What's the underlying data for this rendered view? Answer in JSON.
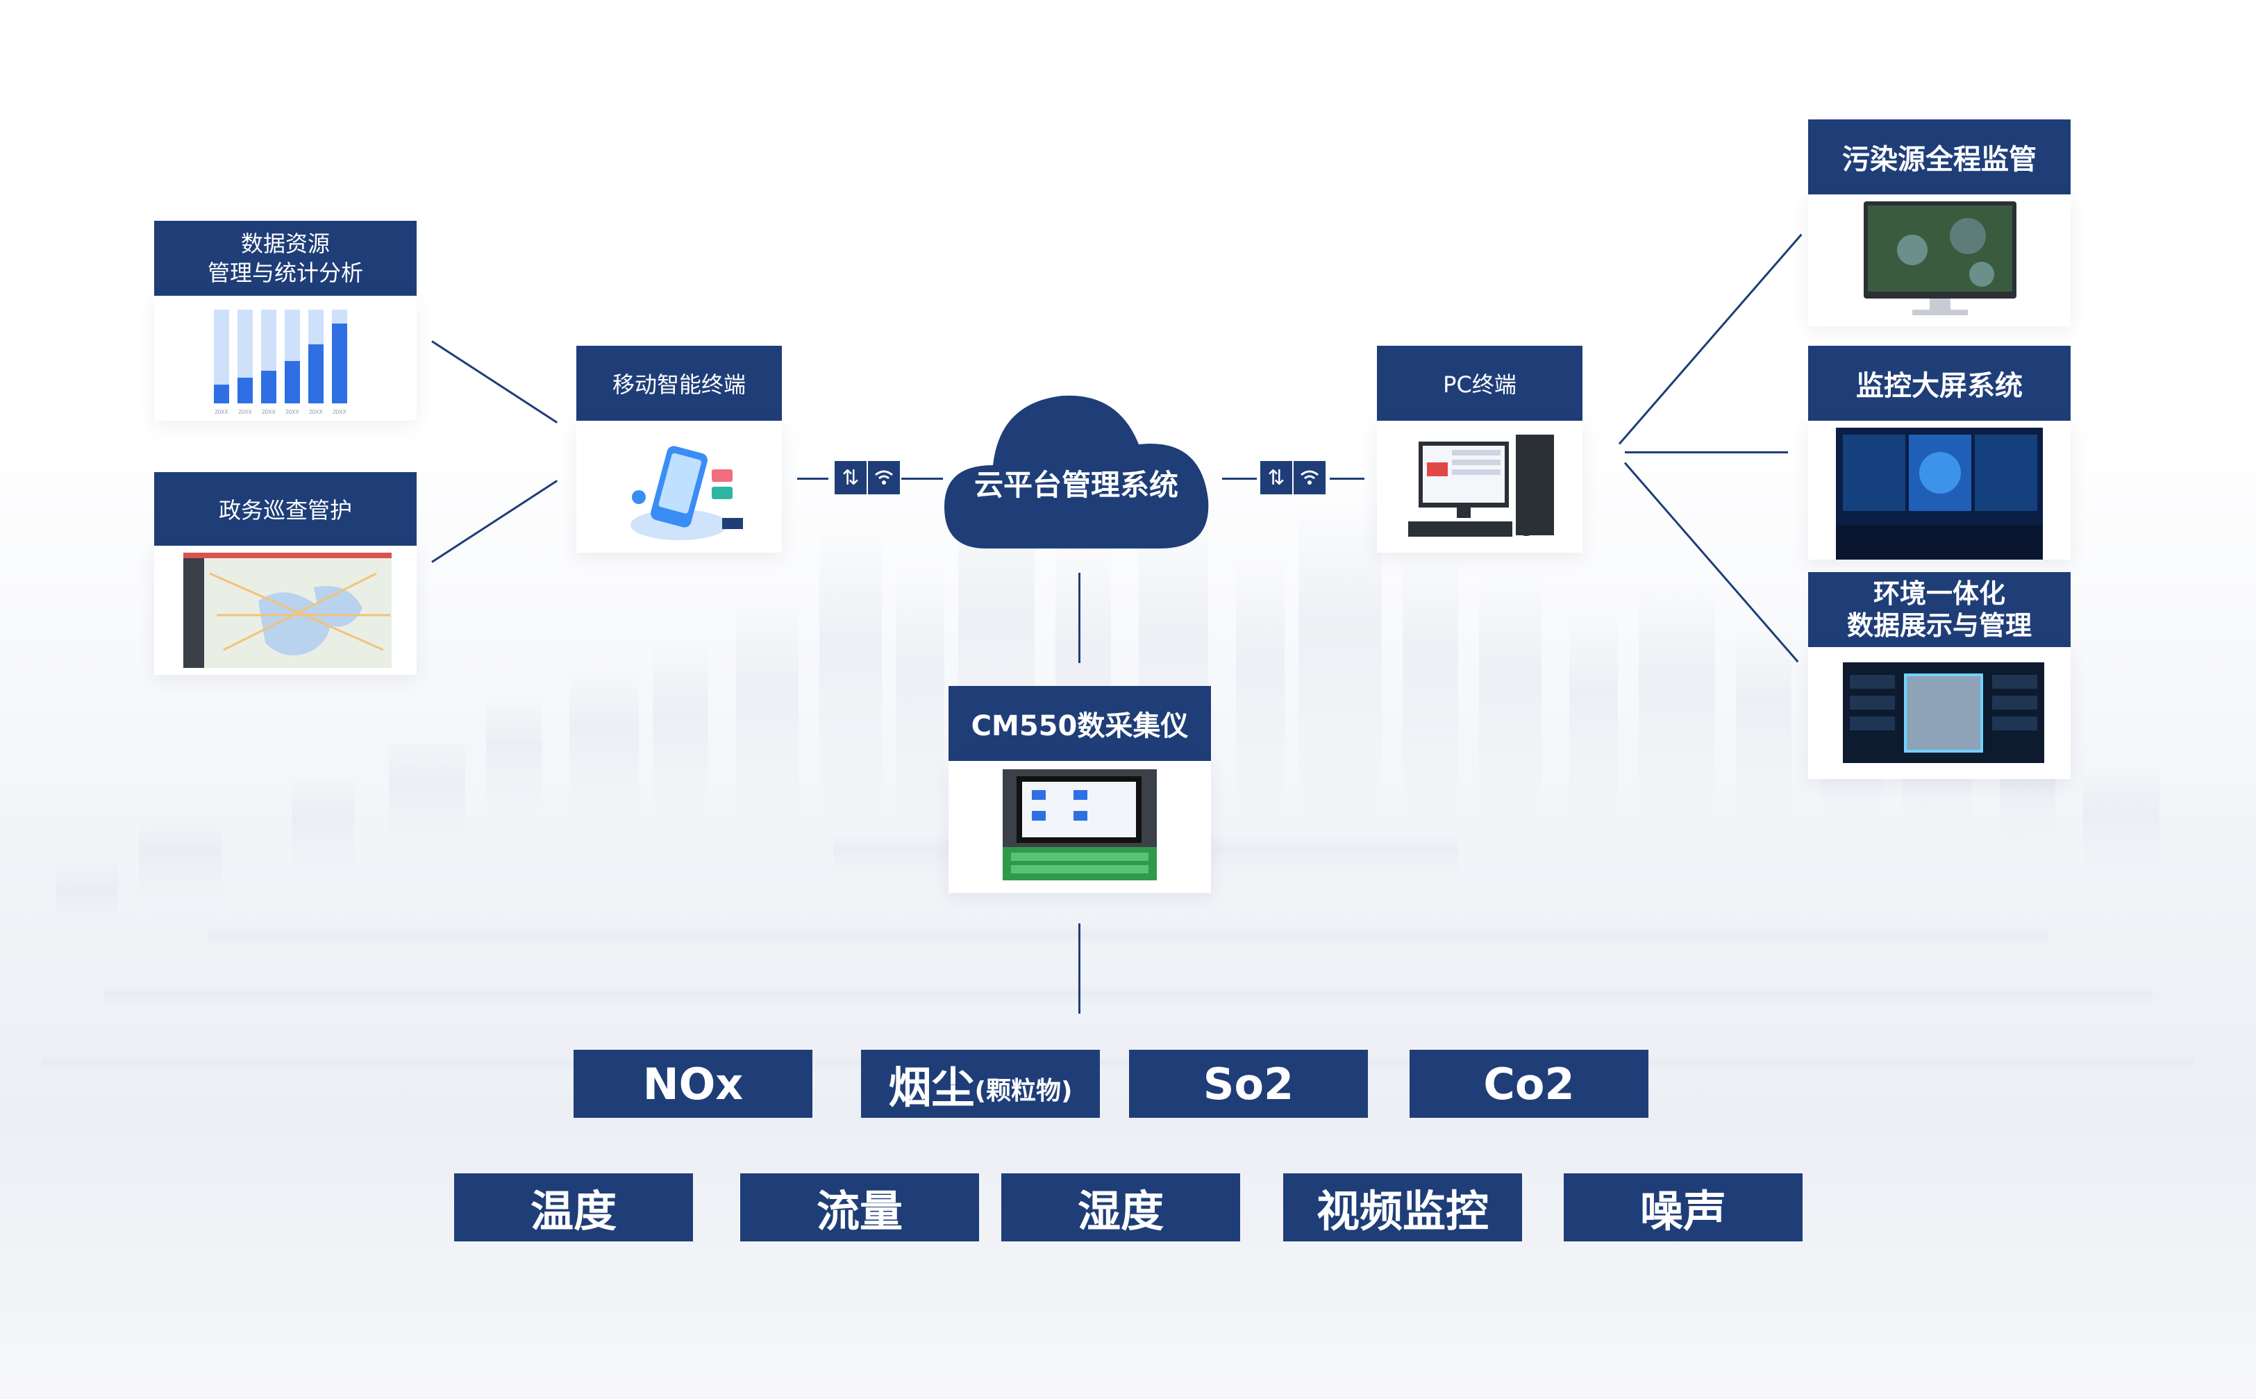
{
  "colors": {
    "box": "#1f3e78",
    "line": "#1f3e78",
    "accent": "#2f6fe4"
  },
  "left": {
    "data_resource": {
      "line1": "数据资源",
      "line2": "管理与统计分析"
    },
    "chart_ticks": [
      "20XX",
      "20XX",
      "20XX",
      "20XX",
      "20XX",
      "20XX"
    ],
    "patrol": "政务巡查管护"
  },
  "mobile": {
    "label": "移动智能终端"
  },
  "cloud": {
    "label": "云平台管理系统"
  },
  "pc": {
    "label": "PC终端"
  },
  "right": {
    "pollution": "污染源全程监管",
    "bigscreen": "监控大屏系统",
    "env": {
      "line1": "环境一体化",
      "line2": "数据展示与管理"
    }
  },
  "collector": {
    "label": "CM550数采集仪"
  },
  "link_icons": {
    "arrows": "⇅",
    "wifi": "wifi-icon"
  },
  "sensors_row1": [
    {
      "main": "NOx",
      "sub": ""
    },
    {
      "main": "烟尘",
      "sub": "(颗粒物)"
    },
    {
      "main": "So2",
      "sub": ""
    },
    {
      "main": "Co2",
      "sub": ""
    }
  ],
  "sensors_row2": [
    "温度",
    "流量",
    "湿度",
    "视频监控",
    "噪声"
  ]
}
